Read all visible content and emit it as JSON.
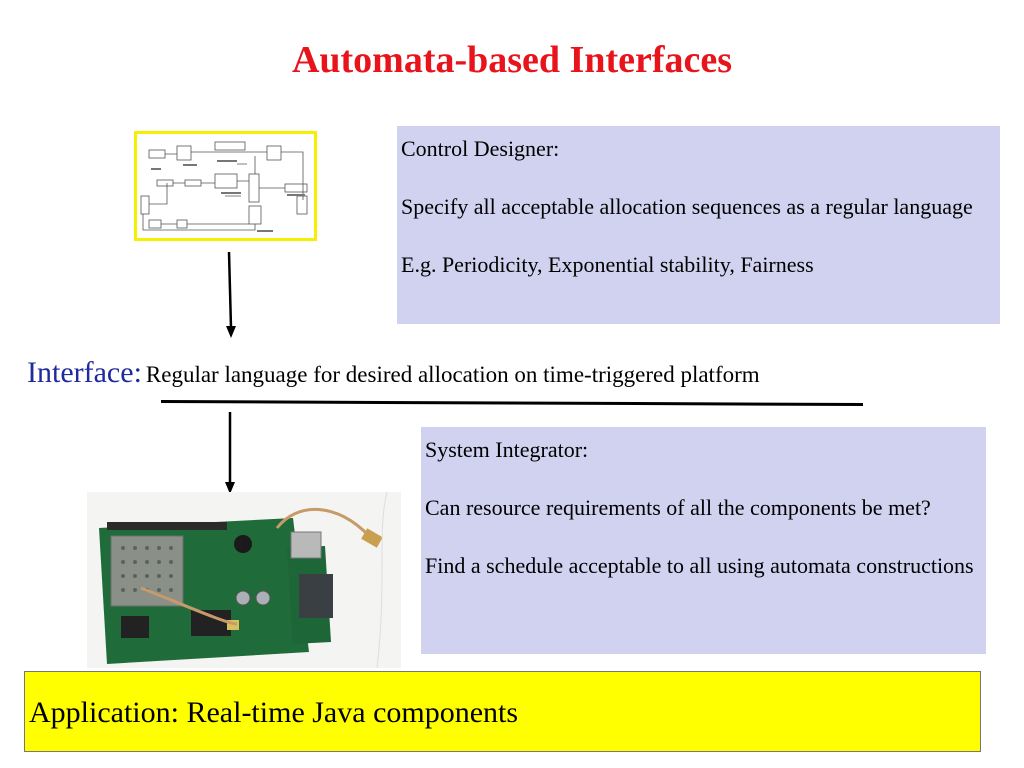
{
  "slide": {
    "title": "Automata-based Interfaces",
    "designer": {
      "heading": "Control Designer:",
      "line1": "Specify all acceptable allocation sequences as a regular language",
      "line2": "E.g. Periodicity, Exponential stability, Fairness"
    },
    "interface": {
      "lead": "Interface:",
      "text": "Regular language for desired allocation on time-triggered platform"
    },
    "integrator": {
      "heading": "System Integrator:",
      "line1": "Can resource requirements of all the components be met?",
      "line2": "Find a schedule acceptable to all using automata constructions"
    },
    "application": "Application: Real-time Java components"
  },
  "colors": {
    "title": "#e8141b",
    "box_fill": "#d1d1f0",
    "application_fill": "#ffff00",
    "interface_lead": "#1e2a9e",
    "thumbnail_border": "#f5f000"
  },
  "images": {
    "diagram": "simulink-block-diagram",
    "board": "embedded-circuit-board"
  }
}
